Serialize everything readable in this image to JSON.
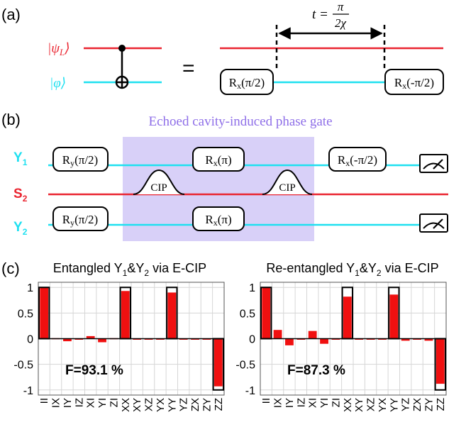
{
  "panels": {
    "a": "(a)",
    "b": "(b)",
    "c": "(c)"
  },
  "circuit_a": {
    "psi_label": "|ψ",
    "psi_sub": "L",
    "phi_label": "|φ",
    "ket": "⟩",
    "equals": "=",
    "time_t": "t =",
    "time_num": "π",
    "time_den": "2χ",
    "gate_left": "R",
    "gate_left_sub": "x",
    "gate_left_arg": "(π/2)",
    "gate_right": "R",
    "gate_right_sub": "x",
    "gate_right_arg": "(-π/2)"
  },
  "circuit_b": {
    "title": "Echoed cavity-induced phase gate",
    "q1": "Y",
    "q1_sub": "1",
    "s2": "S",
    "s2_sub": "2",
    "q2": "Y",
    "q2_sub": "2",
    "ry1": "R",
    "ry1_sub": "y",
    "ry1_arg": "(π/2)",
    "rx_mid1": "R",
    "rx_mid1_sub": "x",
    "rx_mid1_arg": "(π)",
    "rx_end1": "R",
    "rx_end1_sub": "x",
    "rx_end1_arg": "(-π/2)",
    "ry2": "R",
    "ry2_sub": "y",
    "ry2_arg": "(π/2)",
    "rx_mid2": "R",
    "rx_mid2_sub": "x",
    "rx_mid2_arg": "(π)",
    "cip1": "CIP",
    "cip2": "CIP"
  },
  "colors": {
    "red_line": "#ea2430",
    "cyan_line": "#1fe0f0",
    "highlight": "#d8d0f8",
    "bar": "#f01010"
  },
  "chart_data": [
    {
      "type": "bar",
      "title_main": "Entangled Y",
      "title_s1": "1",
      "title_mid": "&Y",
      "title_s2": "2",
      "title_tail": " via E-CIP",
      "fidelity": "F=93.1 %",
      "categories": [
        "II",
        "IX",
        "IY",
        "IZ",
        "XI",
        "YI",
        "ZI",
        "XX",
        "XY",
        "XZ",
        "YX",
        "YY",
        "YZ",
        "ZX",
        "ZY",
        "ZZ"
      ],
      "values": [
        1.0,
        0.01,
        -0.05,
        0.0,
        0.05,
        -0.07,
        0.01,
        0.93,
        0.0,
        0.0,
        0.0,
        0.9,
        0.0,
        0.0,
        0.0,
        -0.93
      ],
      "ideal": [
        1,
        0,
        0,
        0,
        0,
        0,
        0,
        1,
        0,
        0,
        0,
        1,
        0,
        0,
        0,
        -1
      ],
      "yticks": [
        "1",
        "0.5",
        "0",
        "-0.5",
        "-1"
      ],
      "ylim": [
        -1.1,
        1.1
      ]
    },
    {
      "type": "bar",
      "title_main": "Re-entangled Y",
      "title_s1": "1",
      "title_mid": "&Y",
      "title_s2": "2",
      "title_tail": " via E-CIP",
      "fidelity": "F=87.3 %",
      "categories": [
        "II",
        "IX",
        "IY",
        "IZ",
        "XI",
        "YI",
        "ZI",
        "XX",
        "XY",
        "XZ",
        "YX",
        "YY",
        "YZ",
        "ZX",
        "ZY",
        "ZZ"
      ],
      "values": [
        1.0,
        0.17,
        -0.13,
        0.0,
        0.15,
        -0.1,
        0.0,
        0.82,
        0.0,
        0.0,
        0.0,
        0.86,
        -0.04,
        0.0,
        -0.04,
        -0.88
      ],
      "ideal": [
        1,
        0,
        0,
        0,
        0,
        0,
        0,
        1,
        0,
        0,
        0,
        1,
        0,
        0,
        0,
        -1
      ],
      "yticks": [
        "1",
        "0.5",
        "0",
        "-0.5",
        "-1"
      ],
      "ylim": [
        -1.1,
        1.1
      ]
    }
  ]
}
